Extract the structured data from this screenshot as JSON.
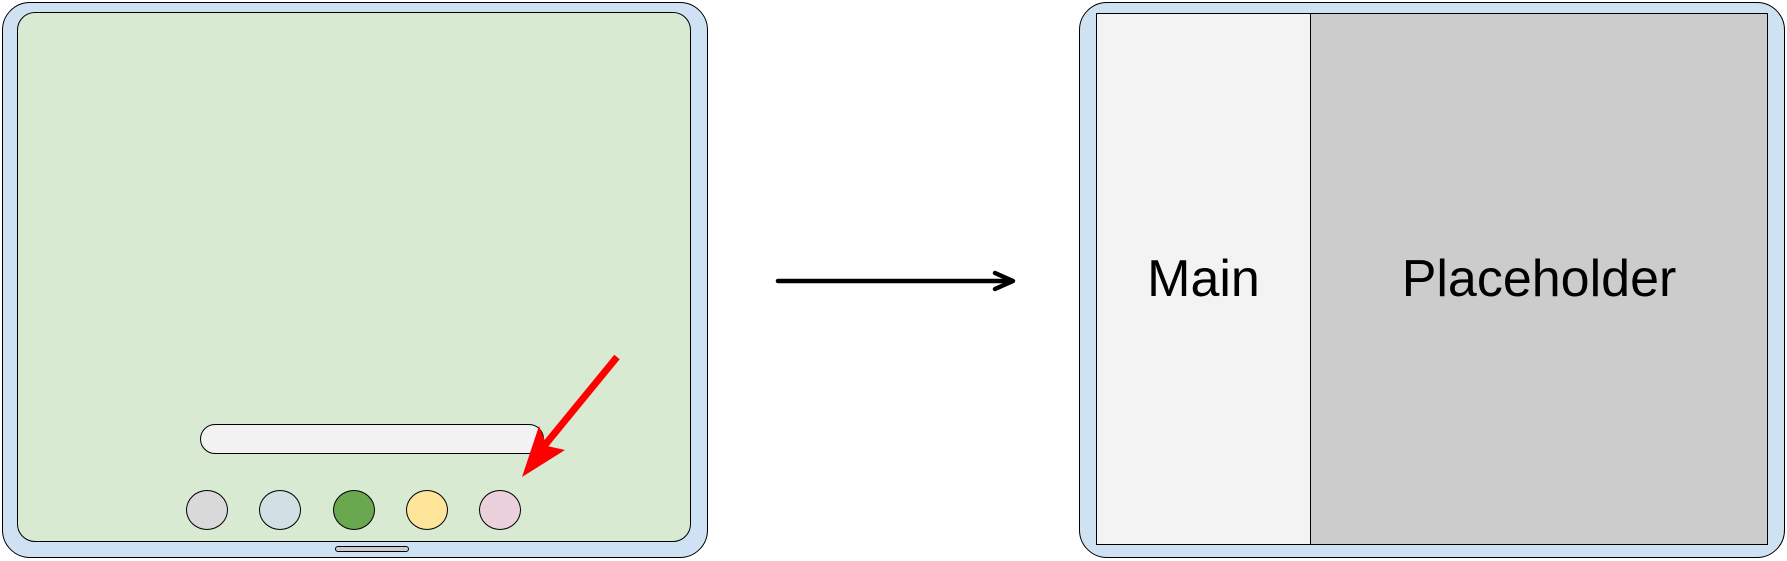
{
  "left_device": {
    "dock_icons": [
      {
        "name": "app-icon-gray",
        "color": "#d9d9d9"
      },
      {
        "name": "app-icon-bluegray",
        "color": "#d0e0e3"
      },
      {
        "name": "app-icon-green",
        "color": "#6aa84f"
      },
      {
        "name": "app-icon-yellow",
        "color": "#ffe599"
      },
      {
        "name": "app-icon-pink",
        "color": "#ead1dc"
      }
    ],
    "pointer_arrow_color": "#ff0000"
  },
  "right_device": {
    "main_label": "Main",
    "placeholder_label": "Placeholder"
  },
  "colors": {
    "device_frame": "#cfe2f3",
    "left_screen": "#d9ead3",
    "main_pane": "#f3f3f3",
    "placeholder_pane": "#cccccc"
  }
}
